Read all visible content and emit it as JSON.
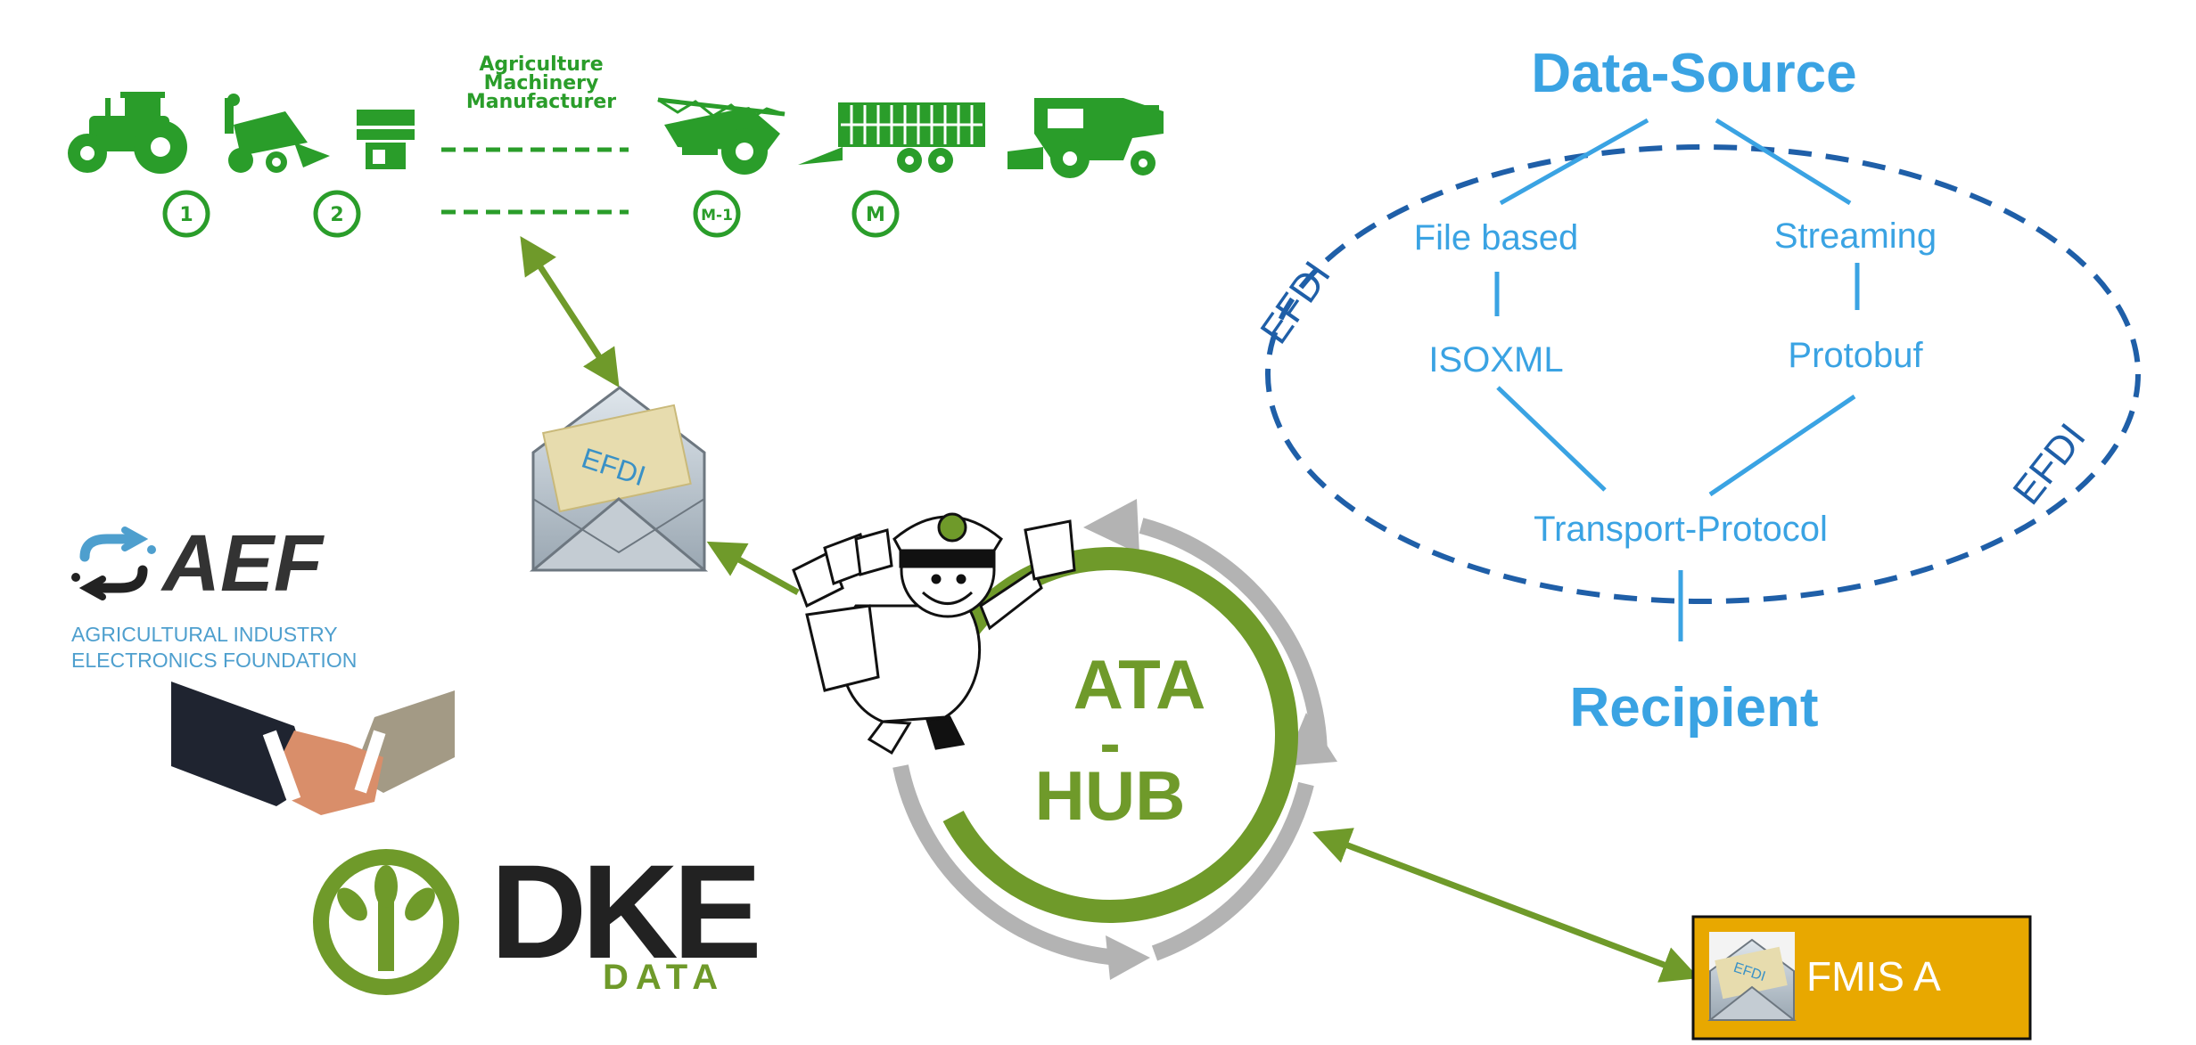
{
  "machinery": {
    "title_lines": [
      "Agriculture",
      "Machinery",
      "Manufacturer"
    ],
    "badges": [
      "1",
      "2",
      "M-1",
      "M"
    ]
  },
  "data_source": {
    "title": "Data-Source",
    "branches": [
      "File based",
      "Streaming"
    ],
    "formats": [
      "ISOXML",
      "Protobuf"
    ],
    "protocol": "Transport-Protocol",
    "recipient": "Recipient",
    "ellipse_labels": [
      "EFDI",
      "EFDI"
    ]
  },
  "envelope": {
    "label": "EFDI"
  },
  "hub": {
    "lines": [
      "ATA",
      "-",
      "HUB"
    ],
    "mascot_badge": "logo"
  },
  "aef": {
    "name": "AEF",
    "subtitle_lines": [
      "AGRICULTURAL INDUSTRY",
      "ELECTRONICS FOUNDATION"
    ]
  },
  "dke": {
    "name": "DKE",
    "sub": "DATA"
  },
  "fmis": {
    "label": "FMIS A",
    "envelope_label": "EFDI"
  },
  "colors": {
    "green": "#2a9d2a",
    "olive": "#6f9a2a",
    "light_blue": "#3aa3e3",
    "dark_blue": "#1f5fa8",
    "gray": "#b3b3b3",
    "gold": "#e8a800",
    "aef_blue": "#4e9fce",
    "dark": "#222222"
  }
}
